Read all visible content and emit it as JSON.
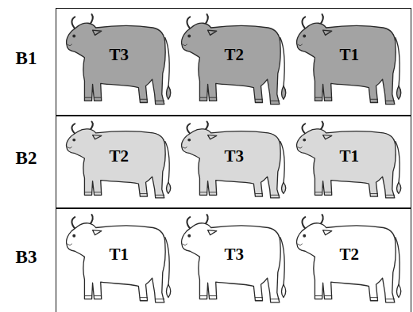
{
  "diagram": {
    "nodes": [
      {
        "text": [
          "B1"
        ]
      },
      {
        "text": [
          "T3"
        ],
        "in": 0
      },
      {
        "text": [
          "T2"
        ],
        "in": 0
      },
      {
        "text": [
          "T1"
        ],
        "in": 0
      },
      {
        "text": [
          "B2"
        ]
      },
      {
        "text": [
          "T2"
        ],
        "in": 4
      },
      {
        "text": [
          "T3"
        ],
        "in": 4
      },
      {
        "text": [
          "T1"
        ],
        "in": 4
      },
      {
        "text": [
          "B3"
        ]
      },
      {
        "text": [
          "T1"
        ],
        "in": 8
      },
      {
        "text": [
          "T3"
        ],
        "in": 8
      },
      {
        "text": [
          "T2"
        ],
        "in": 8
      }
    ]
  }
}
